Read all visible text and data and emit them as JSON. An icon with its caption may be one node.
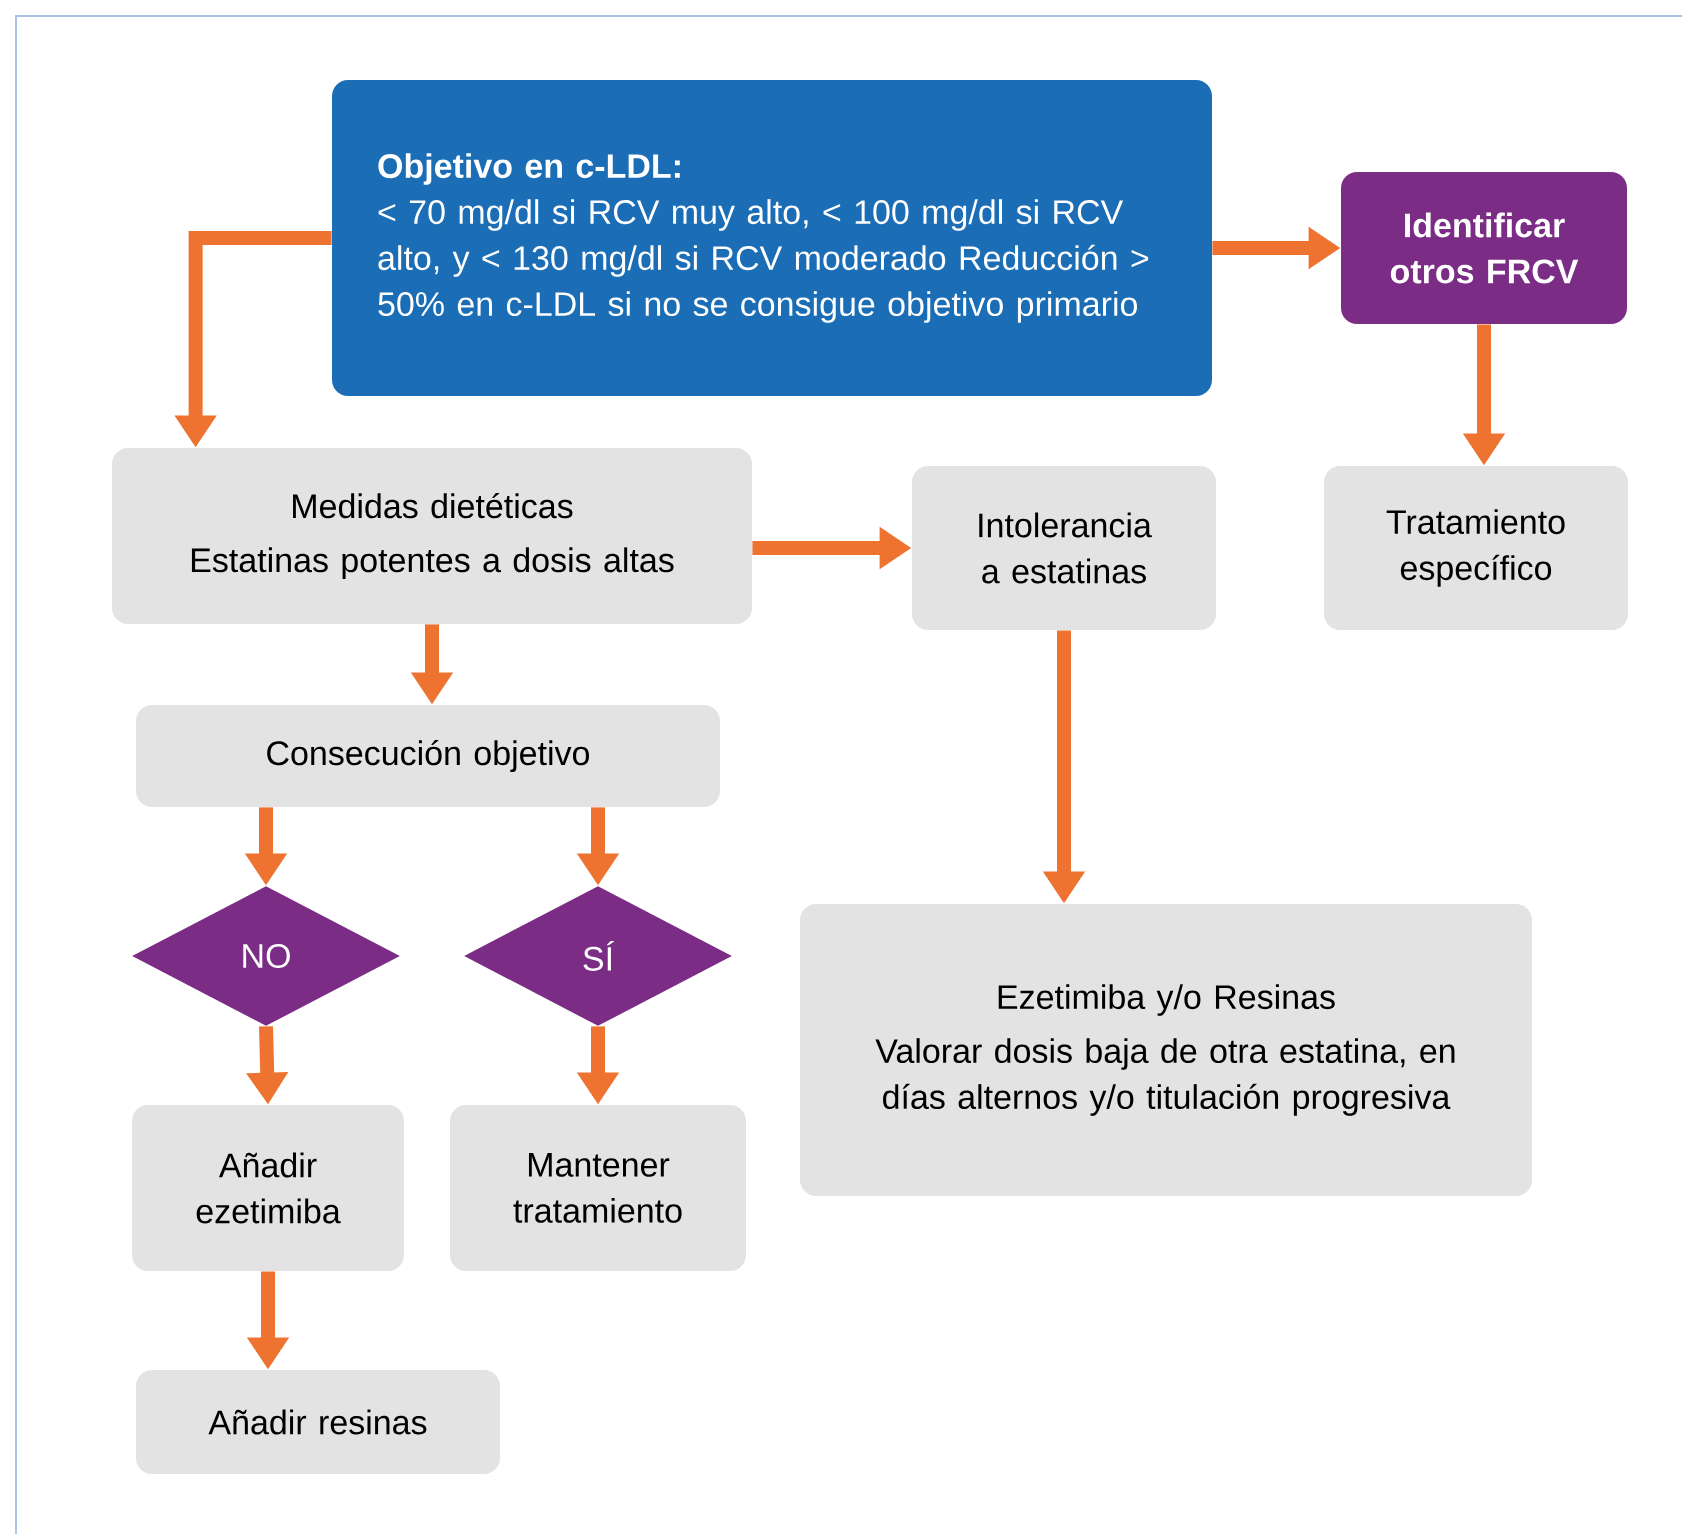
{
  "diagram": {
    "nodes": [
      {
        "text": [
          "Objetivo en c-LDL:",
          "< 70 mg/dl si RCV muy alto, < 100 mg/dl si RCV alto, y < 130 mg/dl si RCV moderado Reducción > 50% en c-LDL si no se consigue objetivo primario"
        ]
      },
      {
        "text": [
          "Identificar otros FRCV"
        ]
      },
      {
        "text": [
          "Medidas dietéticas",
          "Estatinas potentes a dosis altas"
        ]
      },
      {
        "text": [
          "Intolerancia a estatinas"
        ]
      },
      {
        "text": [
          "Tratamiento específico"
        ]
      },
      {
        "text": [
          "Consecución objetivo"
        ]
      },
      {
        "text": [
          "NO"
        ]
      },
      {
        "text": [
          "SÍ"
        ]
      },
      {
        "text": [
          "Añadir ezetimiba"
        ]
      },
      {
        "text": [
          "Mantener tratamiento"
        ]
      },
      {
        "text": [
          "Ezetimiba y/o Resinas",
          "Valorar dosis baja de otra estatina, en días alternos y/o titulación progresiva"
        ]
      },
      {
        "text": [
          "Añadir resinas"
        ]
      }
    ],
    "edges": [
      {
        "from": 0,
        "to": 2,
        "arrow": "to"
      },
      {
        "from": 0,
        "to": 1,
        "arrow": "to"
      },
      {
        "from": 1,
        "to": 4,
        "arrow": "to"
      },
      {
        "from": 2,
        "to": 3,
        "arrow": "to"
      },
      {
        "from": 2,
        "to": 5,
        "arrow": "to"
      },
      {
        "from": 5,
        "to": 6,
        "arrow": "to"
      },
      {
        "from": 5,
        "to": 7,
        "arrow": "to"
      },
      {
        "from": 6,
        "to": 8,
        "arrow": "to"
      },
      {
        "from": 7,
        "to": 9,
        "arrow": "to"
      },
      {
        "from": 8,
        "to": 11,
        "arrow": "to"
      },
      {
        "from": 3,
        "to": 10,
        "arrow": "to"
      }
    ]
  }
}
